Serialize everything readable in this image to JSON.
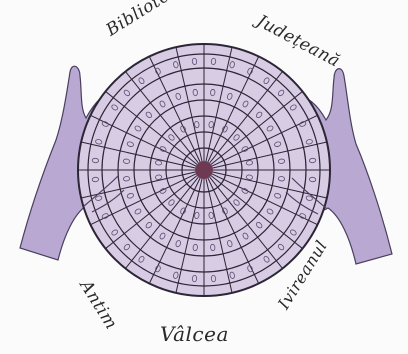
{
  "labels": {
    "top_left": "Biblioteca",
    "top_right": "Județeană",
    "bottom_left": "Antim",
    "bottom_right": "Ivireanul",
    "bottom": "Vâlcea"
  },
  "colors": {
    "dome_fill": "#d8cbe4",
    "dome_line": "#2b2535",
    "hand_fill": "#b9a9d2",
    "hand_line": "#4a3f5e",
    "center": "#6e3a53"
  }
}
